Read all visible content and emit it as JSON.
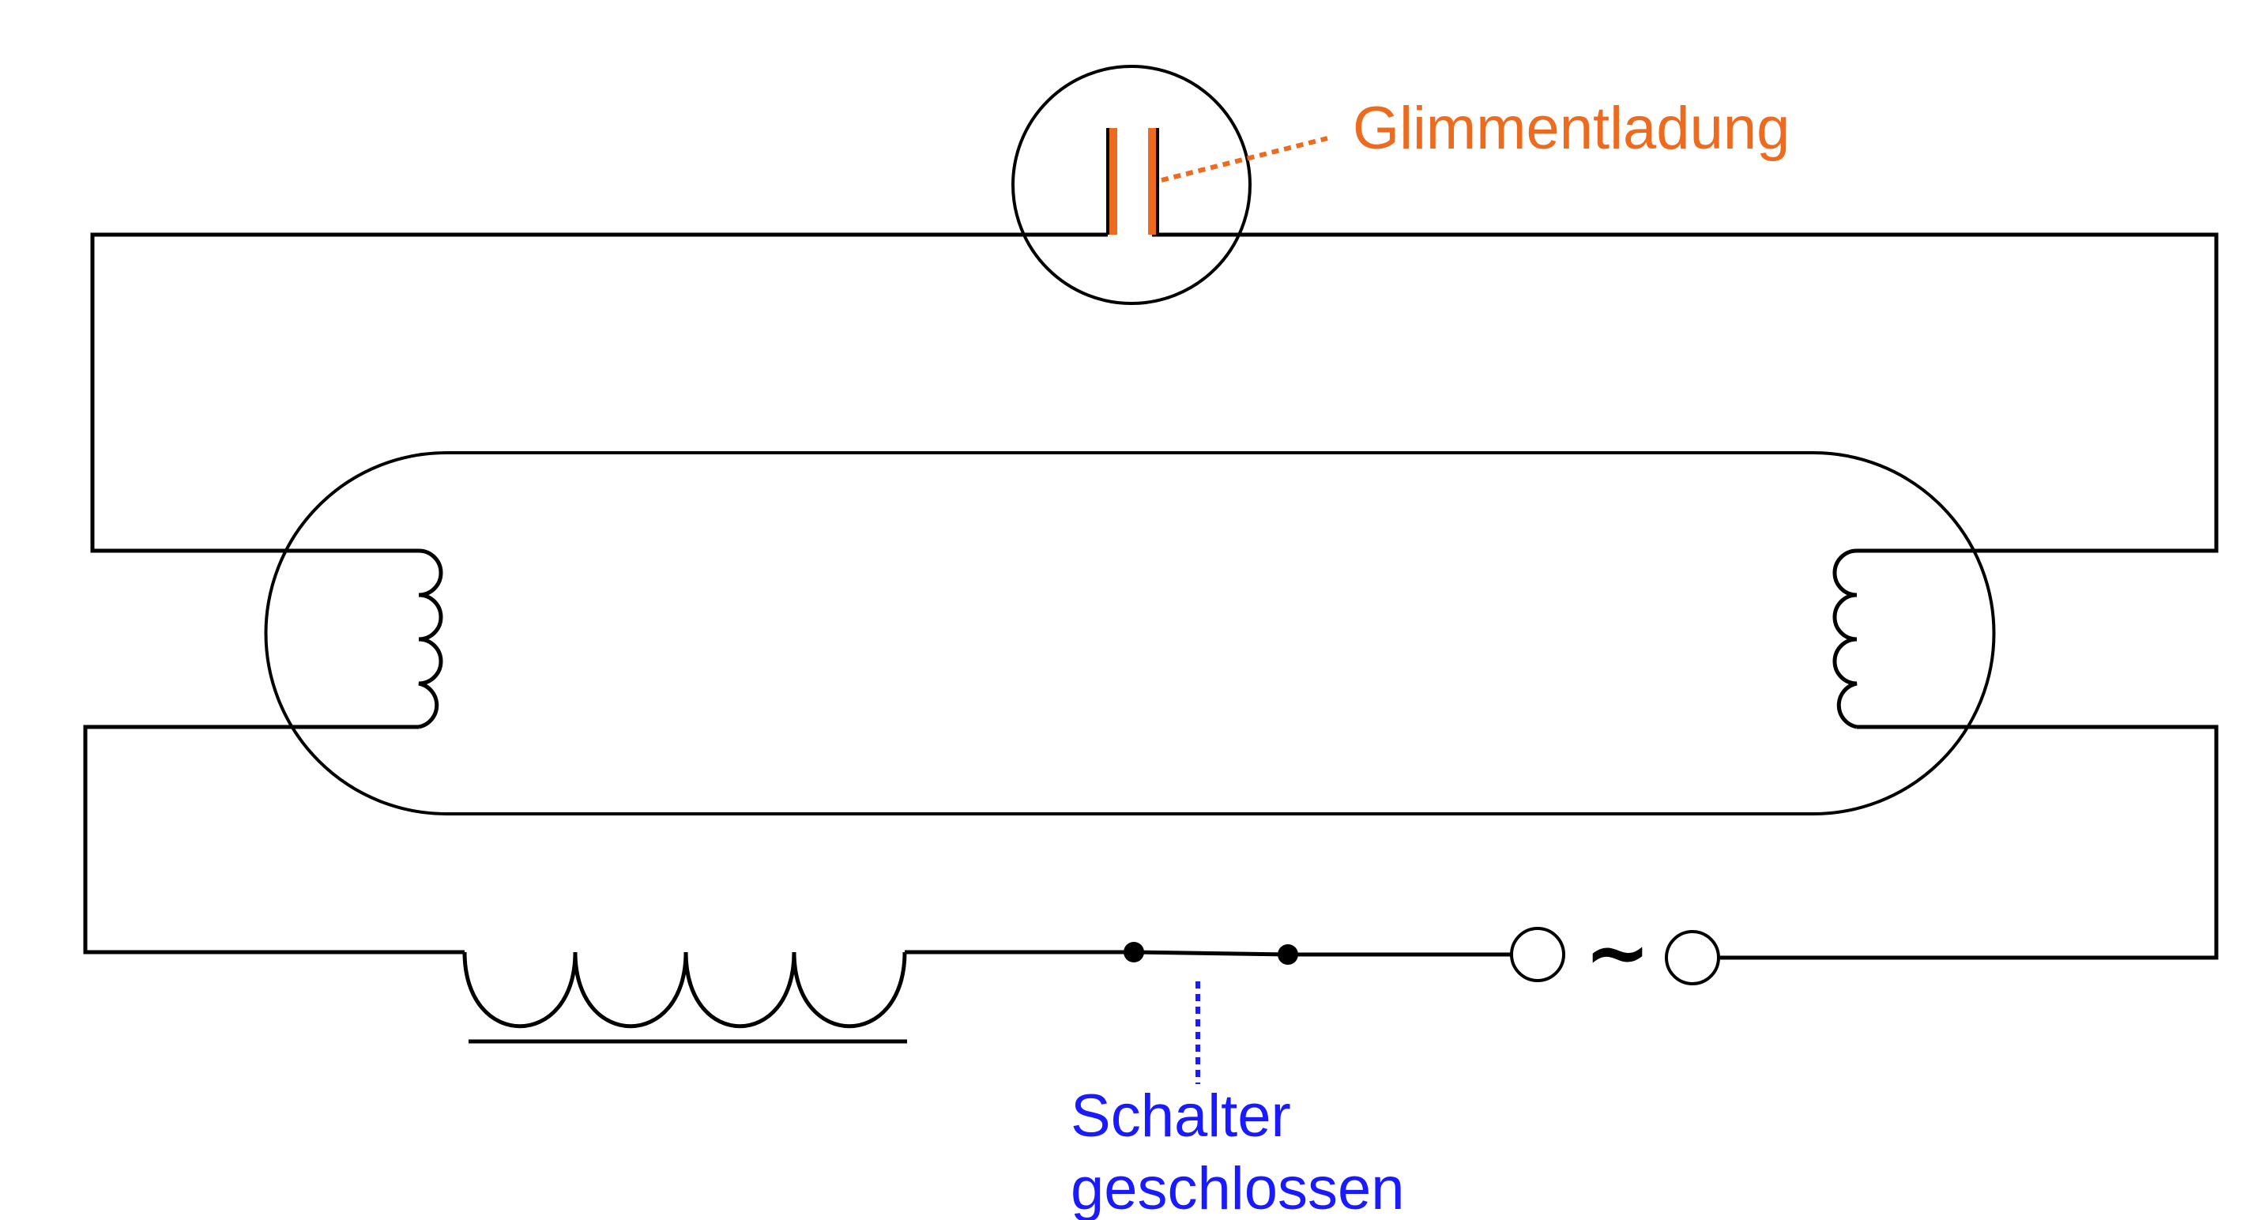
{
  "colors": {
    "line": "#000000",
    "glow": "#ed6b1f",
    "switch": "#1a1aff",
    "background": "#ffffff"
  },
  "labels": {
    "glow_discharge": "Glimmentladung",
    "switch_line1": "Schalter",
    "switch_line2": "geschlossen",
    "ac_source": "~"
  },
  "icons": {
    "starter": "glow-starter-icon",
    "tube": "fluorescent-tube-icon",
    "ballast": "ballast-inductor-icon",
    "ac_source": "ac-source-icon"
  }
}
